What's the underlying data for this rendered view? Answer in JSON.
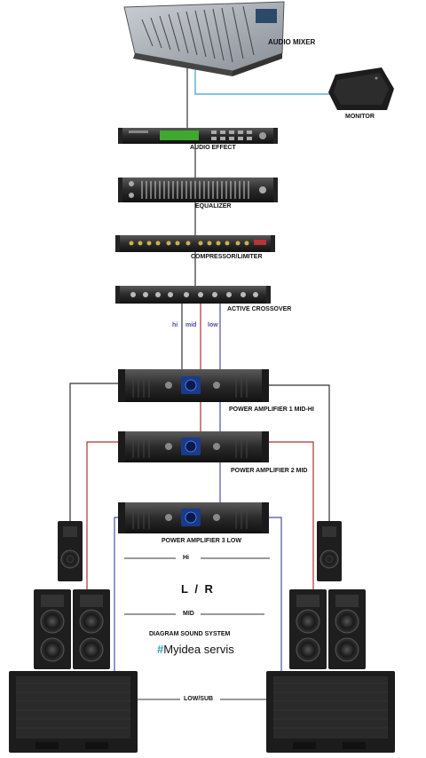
{
  "diagram": {
    "devices": {
      "mixer": "AUDIO MIXER",
      "monitor": "MONITOR",
      "effect": "AUDIO EFFECT",
      "equalizer": "EQUALIZER",
      "compressor": "COMPRESSOR/LIMITER",
      "crossover": "ACTIVE CROSSOVER",
      "amp1": "POWER AMPLIFIER 1 MID-HI",
      "amp2": "POWER AMPLIFIER 2 MID",
      "amp3": "POWER AMPLIFIER 3 LOW"
    },
    "channels": {
      "hi": "hi",
      "mid": "mid",
      "low": "low"
    },
    "zones": {
      "hi": "Hi",
      "lr": "L / R",
      "mid": "MID",
      "low_sub": "LOW/SUB"
    },
    "caption": "DIAGRAM SOUND SYSTEM",
    "brand": {
      "hash": "#",
      "name": "Myidea servis"
    },
    "colors": {
      "hi": "#333333",
      "mid": "#b03030",
      "low": "#4a4fa8",
      "monitor_line": "#3a9fd0"
    }
  }
}
